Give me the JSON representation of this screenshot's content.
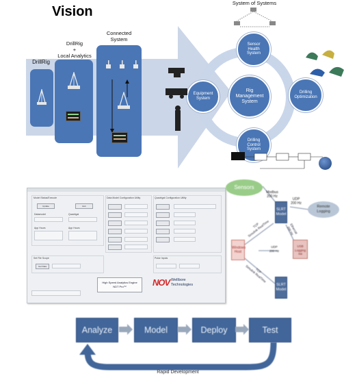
{
  "vision": {
    "title": "Vision",
    "top_label": "System of Systems",
    "stages": [
      "DrillRig",
      "DrillRig\n+\nLocal Analytics",
      "Connected\nSystem"
    ],
    "hub": "Rig\nManagement\nSystem",
    "nodes": {
      "top": "Sensor\nHealth\nSystem",
      "left": "Equipment\nSystem",
      "right": "Drilling\nOptimization",
      "bottom": "Drilling\nControl\nSystem"
    },
    "colors": {
      "accent": "#4a76b5",
      "arrow": "#c5d2e6",
      "ring": "#c9d6ea"
    }
  },
  "screen_app": {
    "groups": [
      "Model Status/Execute",
      "Data Model Configuration Utility",
      "Quadrigal Configuration Utility"
    ],
    "field_labels": [
      "Datamodel",
      "Quadrigal",
      "App Hours",
      "App Hours",
      "Set File Scope",
      "Pulse Inputs"
    ],
    "buttons": [
      "Update",
      "Exit",
      "Get Data"
    ],
    "engine_badge": "High Speed Analytics Engine\nNDT Pro™",
    "logo_text": "NOV",
    "company": "Wellbore\nTechnologies"
  },
  "architecture": {
    "sensors": "Sensors",
    "modbus": "Modbus\n200 Hz",
    "slrt_top": "SLRT\nModel",
    "udp_top": "UDP\n200 Hz",
    "remote": "Remote\nLogging",
    "ethercat": "Ethercat\n200 Hz",
    "tcp_top": "TCP\nSimulink RealTime",
    "windows": "Windows\nHost",
    "usb": "USB\nLogging\n4ai",
    "udp_bottom": "UDP\n200 Hz",
    "tcp_bottom": "TCP\nSimulink RealTime",
    "slrt_bottom": "SLRT\nModel"
  },
  "workflow": {
    "steps": [
      "Analyze",
      "Model",
      "Deploy",
      "Test"
    ],
    "loop_label": "Rapid Development",
    "color": "#42669a"
  }
}
